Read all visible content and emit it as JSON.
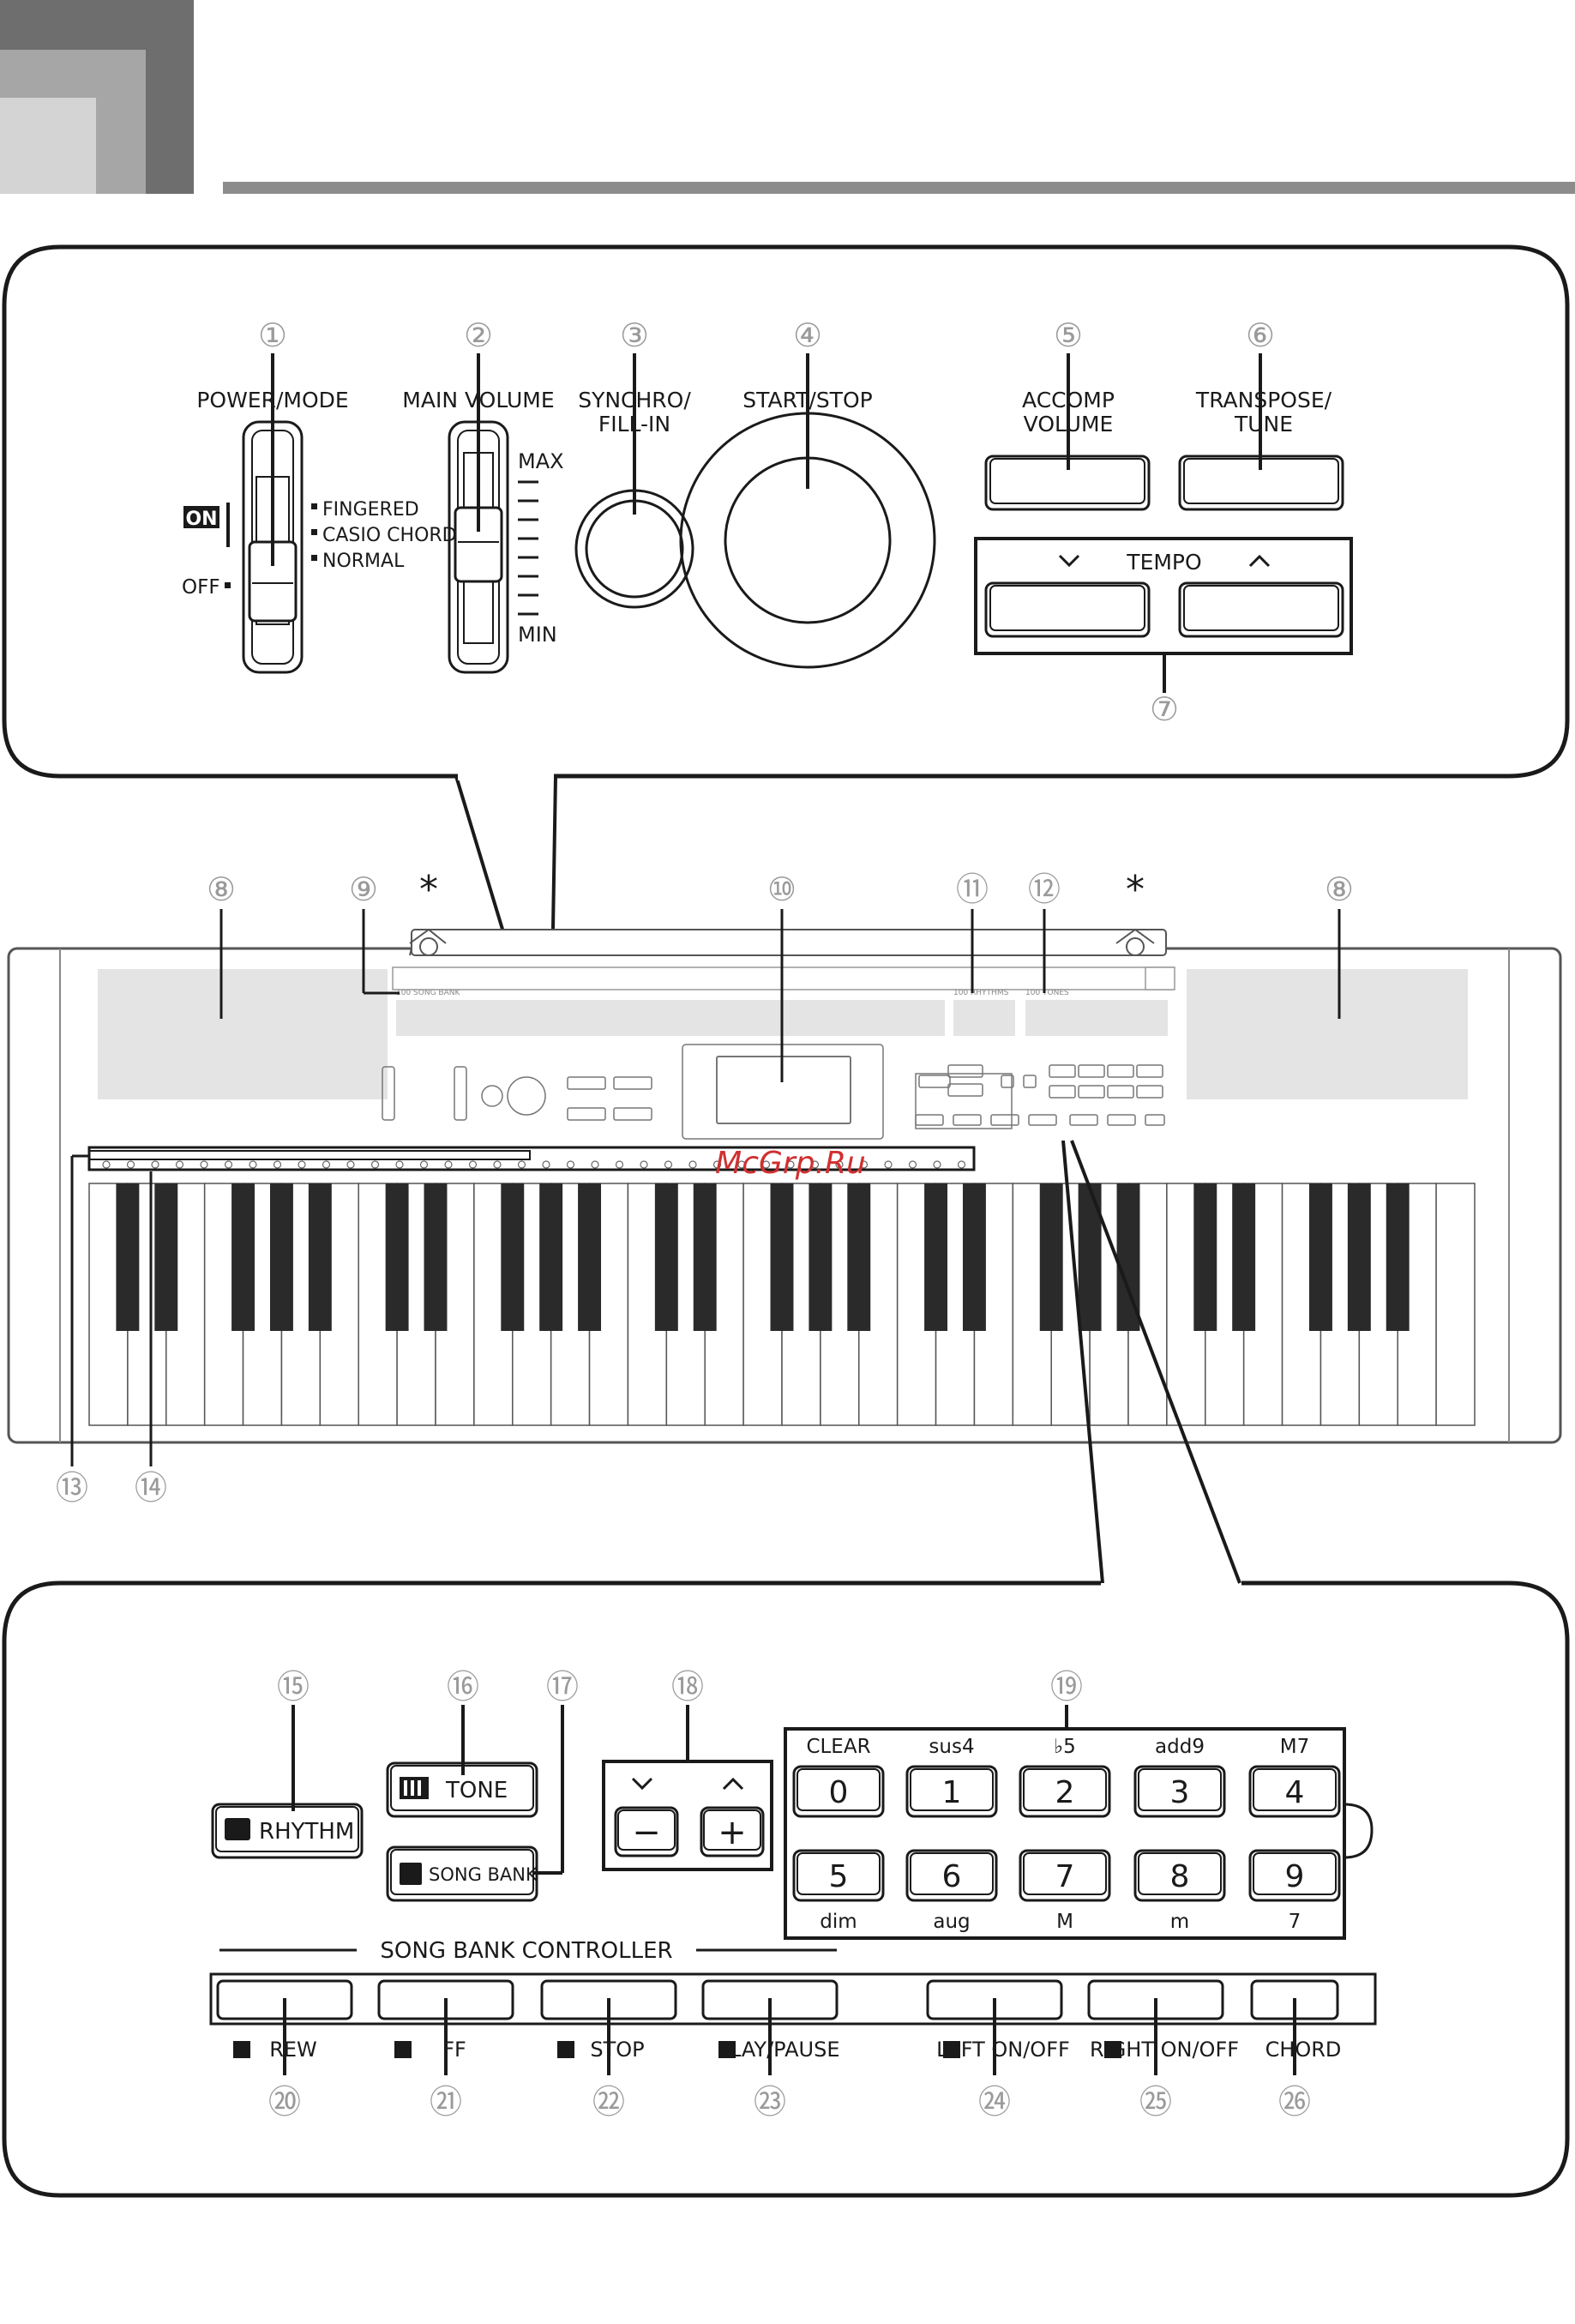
{
  "watermark": "McGrp.Ru",
  "callouts": {
    "c1": "①",
    "c2": "②",
    "c3": "③",
    "c4": "④",
    "c5": "⑤",
    "c6": "⑥",
    "c7": "⑦",
    "c8": "⑧",
    "c9": "⑨",
    "c10": "⑩",
    "c11": "⑪",
    "c12": "⑫",
    "c13": "⑬",
    "c14": "⑭",
    "c15": "⑮",
    "c16": "⑯",
    "c17": "⑰",
    "c18": "⑱",
    "c19": "⑲",
    "c20": "⑳",
    "c21": "㉑",
    "c22": "㉒",
    "c23": "㉓",
    "c24": "㉔",
    "c25": "㉕",
    "c26": "㉖",
    "asterisk": "*"
  },
  "top_panel": {
    "power_mode": "POWER/MODE",
    "on": "ON",
    "off": "OFF",
    "fingered": "FINGERED",
    "casio_chord": "CASIO CHORD",
    "normal": "NORMAL",
    "main_volume": "MAIN VOLUME",
    "max": "MAX",
    "min": "MIN",
    "synchro_l1": "SYNCHRO/",
    "synchro_l2": "FILL-IN",
    "start_stop": "START/STOP",
    "accomp_l1": "ACCOMP",
    "accomp_l2": "VOLUME",
    "transpose_l1": "TRANSPOSE/",
    "transpose_l2": "TUNE",
    "tempo": "TEMPO"
  },
  "keyboard": {
    "song_bank_strip": "100 SONG BANK",
    "rhythms_strip": "100 RHYTHMS",
    "tones_strip": "100 TONES"
  },
  "bottom_panel": {
    "rhythm": "RHYTHM",
    "tone": "TONE",
    "song_bank": "SONG BANK",
    "minus": "−",
    "plus": "+",
    "chord_labels_top": [
      "CLEAR",
      "sus4",
      "♭5",
      "add9",
      "M7"
    ],
    "digits_top": [
      "0",
      "1",
      "2",
      "3",
      "4"
    ],
    "digits_bottom": [
      "5",
      "6",
      "7",
      "8",
      "9"
    ],
    "chord_labels_bottom": [
      "dim",
      "aug",
      "M",
      "m",
      "7"
    ],
    "controller_title": "SONG BANK CONTROLLER",
    "rew": "REW",
    "ff": "FF",
    "stop": "STOP",
    "play_pause": "PLAY/PAUSE",
    "left_onoff": "LEFT ON/OFF",
    "right_onoff": "RIGHT ON/OFF",
    "chord": "CHORD"
  }
}
